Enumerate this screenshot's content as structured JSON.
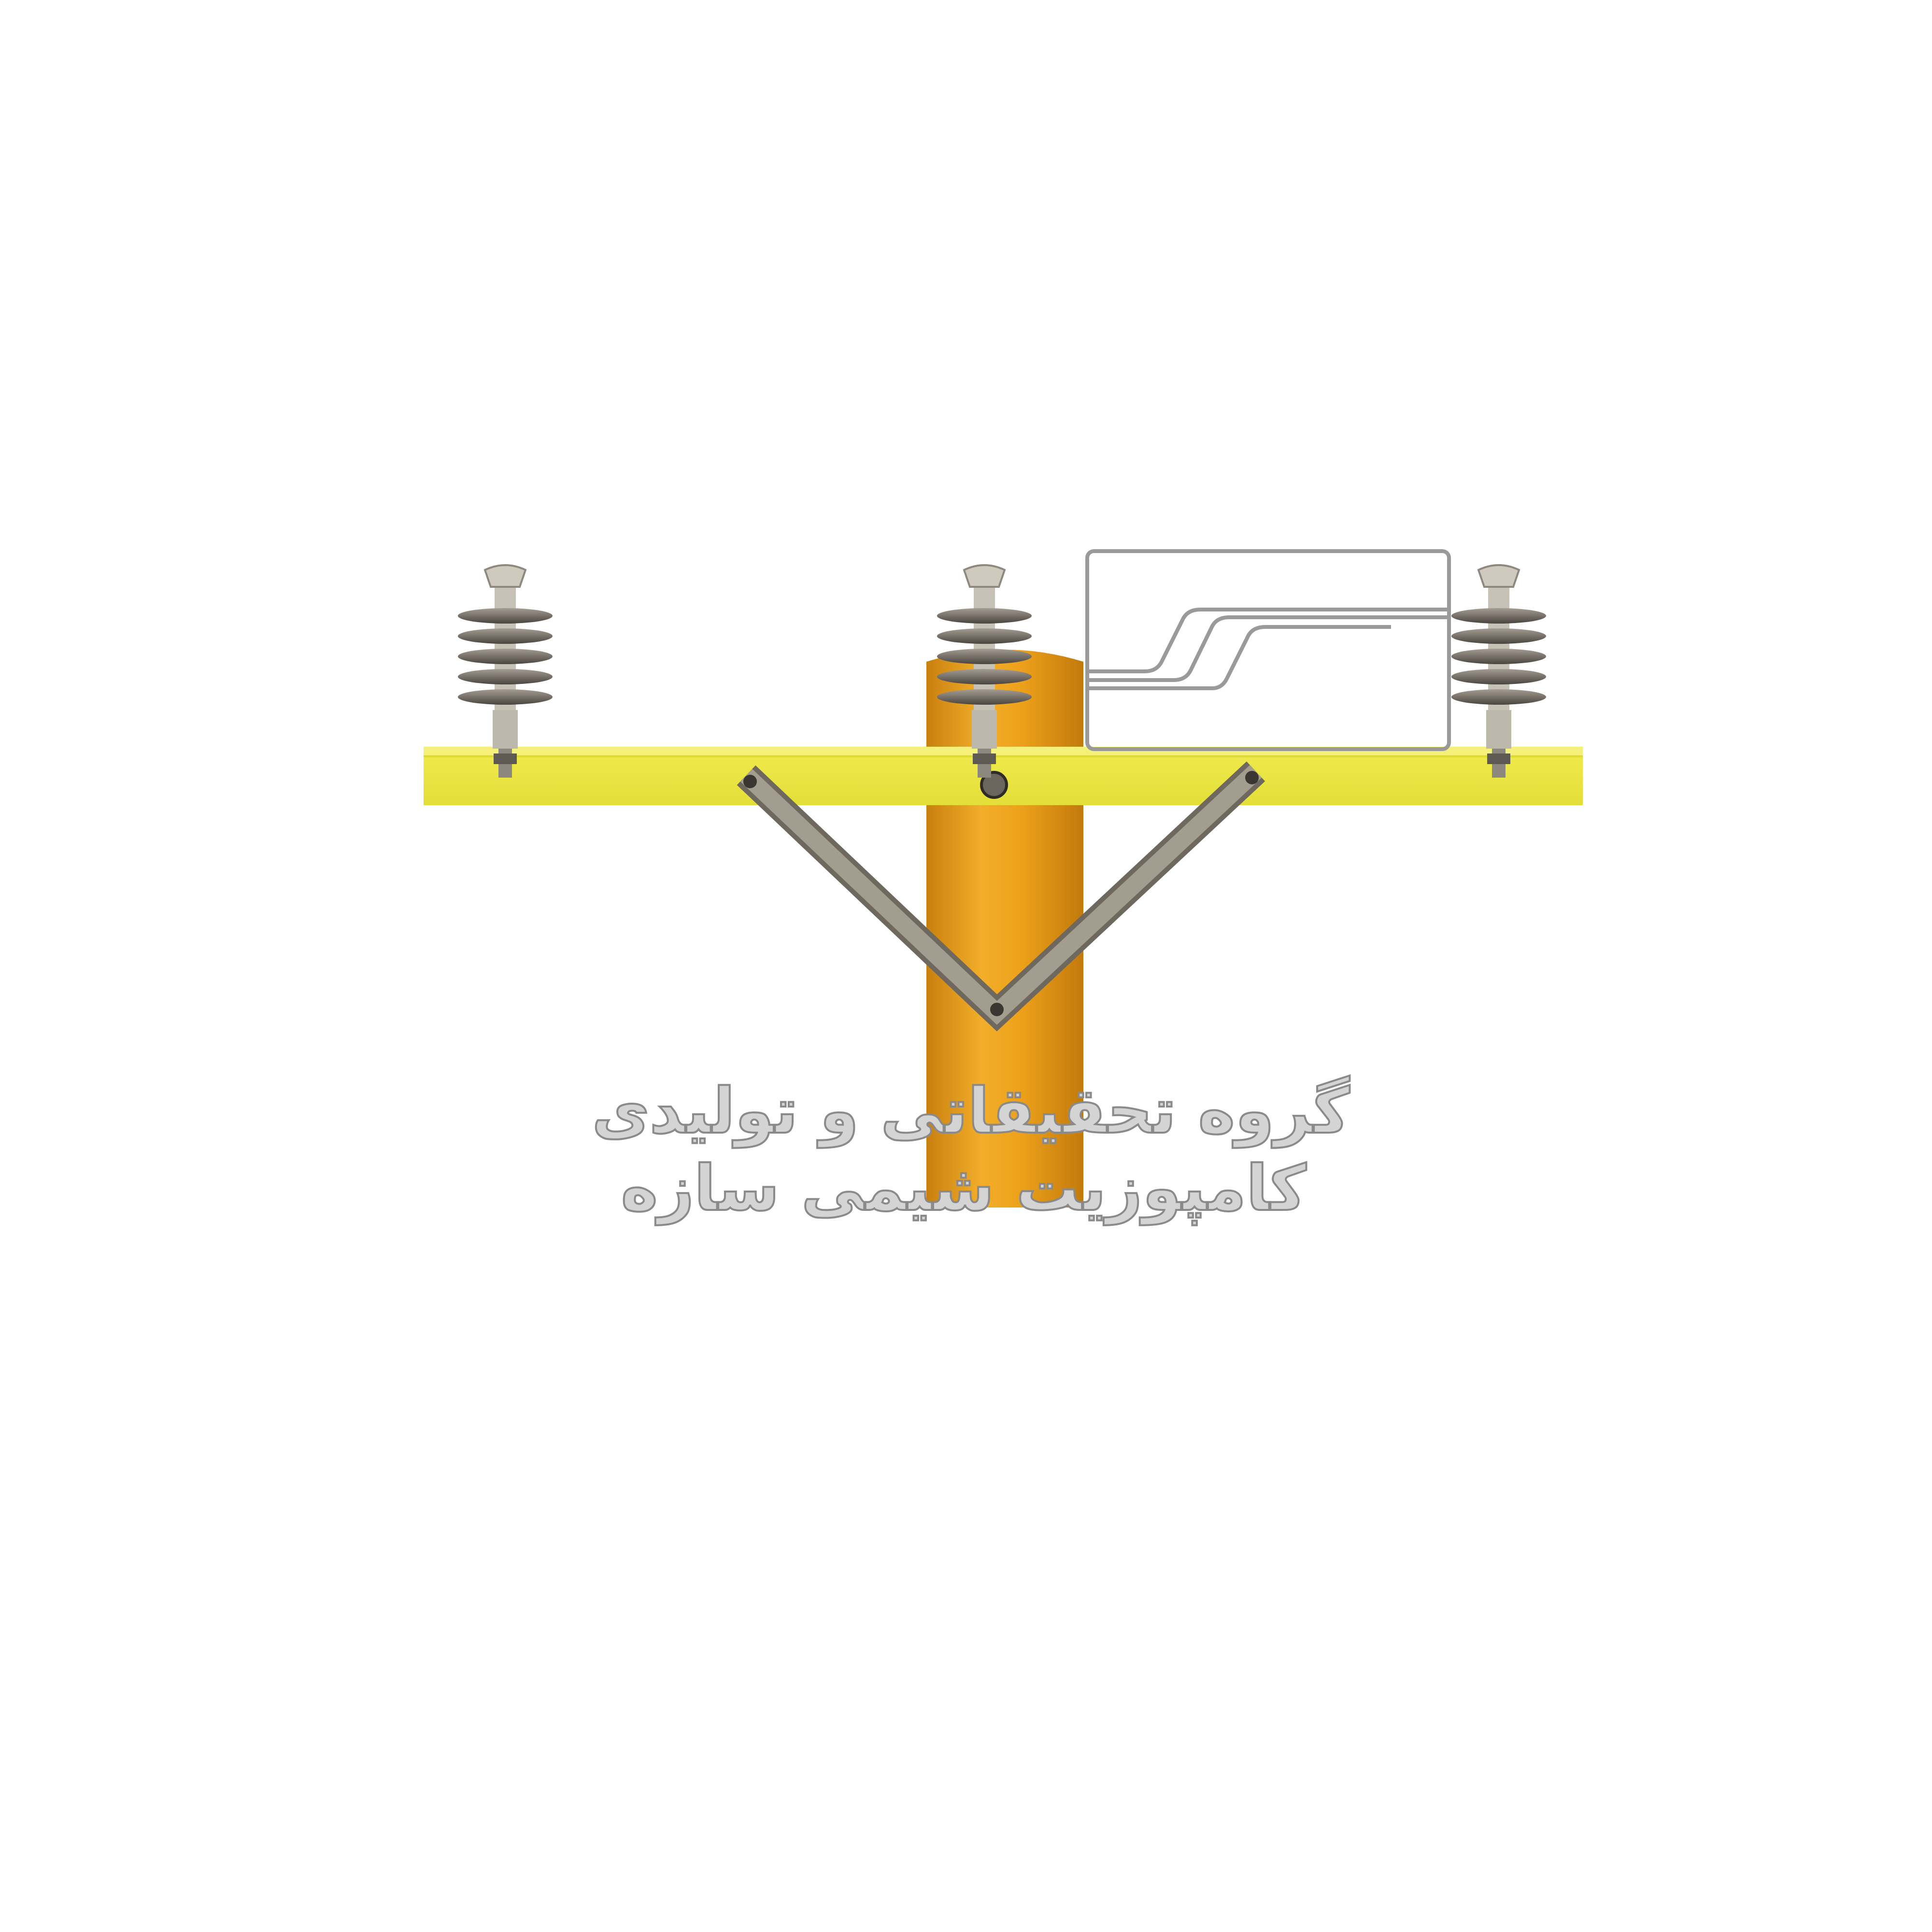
{
  "watermark": {
    "line1": "گروه تحقیقاتی و تولیدی",
    "line2": "کامپوزیت شیمی سازه"
  },
  "colors": {
    "background": "#ffffff",
    "crossarm": "#e9e43a",
    "pole": "#eca21c",
    "insulator": "#8f887f",
    "brace": "#8a8478",
    "logo_stroke": "#9a9a9a"
  },
  "insulators": [
    {
      "name": "left",
      "sheds": 5
    },
    {
      "name": "center",
      "sheds": 5
    },
    {
      "name": "right",
      "sheds": 5
    }
  ]
}
